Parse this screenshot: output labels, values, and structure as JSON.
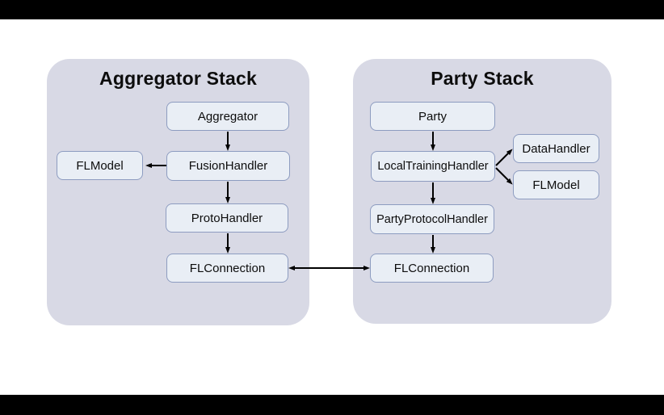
{
  "diagram": {
    "aggregator_stack": {
      "title": "Aggregator Stack",
      "nodes": {
        "aggregator": "Aggregator",
        "fusion_handler": "FusionHandler",
        "fl_model": "FLModel",
        "proto_handler": "ProtoHandler",
        "fl_connection": "FLConnection"
      }
    },
    "party_stack": {
      "title": "Party Stack",
      "nodes": {
        "party": "Party",
        "local_training_handler": "LocalTrainingHandler",
        "data_handler": "DataHandler",
        "fl_model": "FLModel",
        "party_protocol_handler": "PartyProtocolHandler",
        "fl_connection": "FLConnection"
      }
    },
    "edges": [
      {
        "from": "Aggregator",
        "to": "FusionHandler",
        "type": "arrow"
      },
      {
        "from": "FusionHandler",
        "to": "FLModel (aggregator)",
        "type": "arrow"
      },
      {
        "from": "FusionHandler",
        "to": "ProtoHandler",
        "type": "arrow"
      },
      {
        "from": "ProtoHandler",
        "to": "FLConnection (aggregator)",
        "type": "arrow"
      },
      {
        "from": "Party",
        "to": "LocalTrainingHandler",
        "type": "arrow"
      },
      {
        "from": "LocalTrainingHandler",
        "to": "DataHandler",
        "type": "arrow"
      },
      {
        "from": "LocalTrainingHandler",
        "to": "FLModel (party)",
        "type": "arrow"
      },
      {
        "from": "LocalTrainingHandler",
        "to": "PartyProtocolHandler",
        "type": "arrow"
      },
      {
        "from": "PartyProtocolHandler",
        "to": "FLConnection (party)",
        "type": "arrow"
      },
      {
        "from": "FLConnection (aggregator)",
        "to": "FLConnection (party)",
        "type": "double-arrow"
      }
    ],
    "colors": {
      "letterbox": "#000000",
      "background": "#ffffff",
      "container_fill": "#d8d9e5",
      "node_fill": "#e9eef5",
      "node_border": "#8d9cc0",
      "arrow": "#000000",
      "text": "#0d0d0d"
    }
  }
}
